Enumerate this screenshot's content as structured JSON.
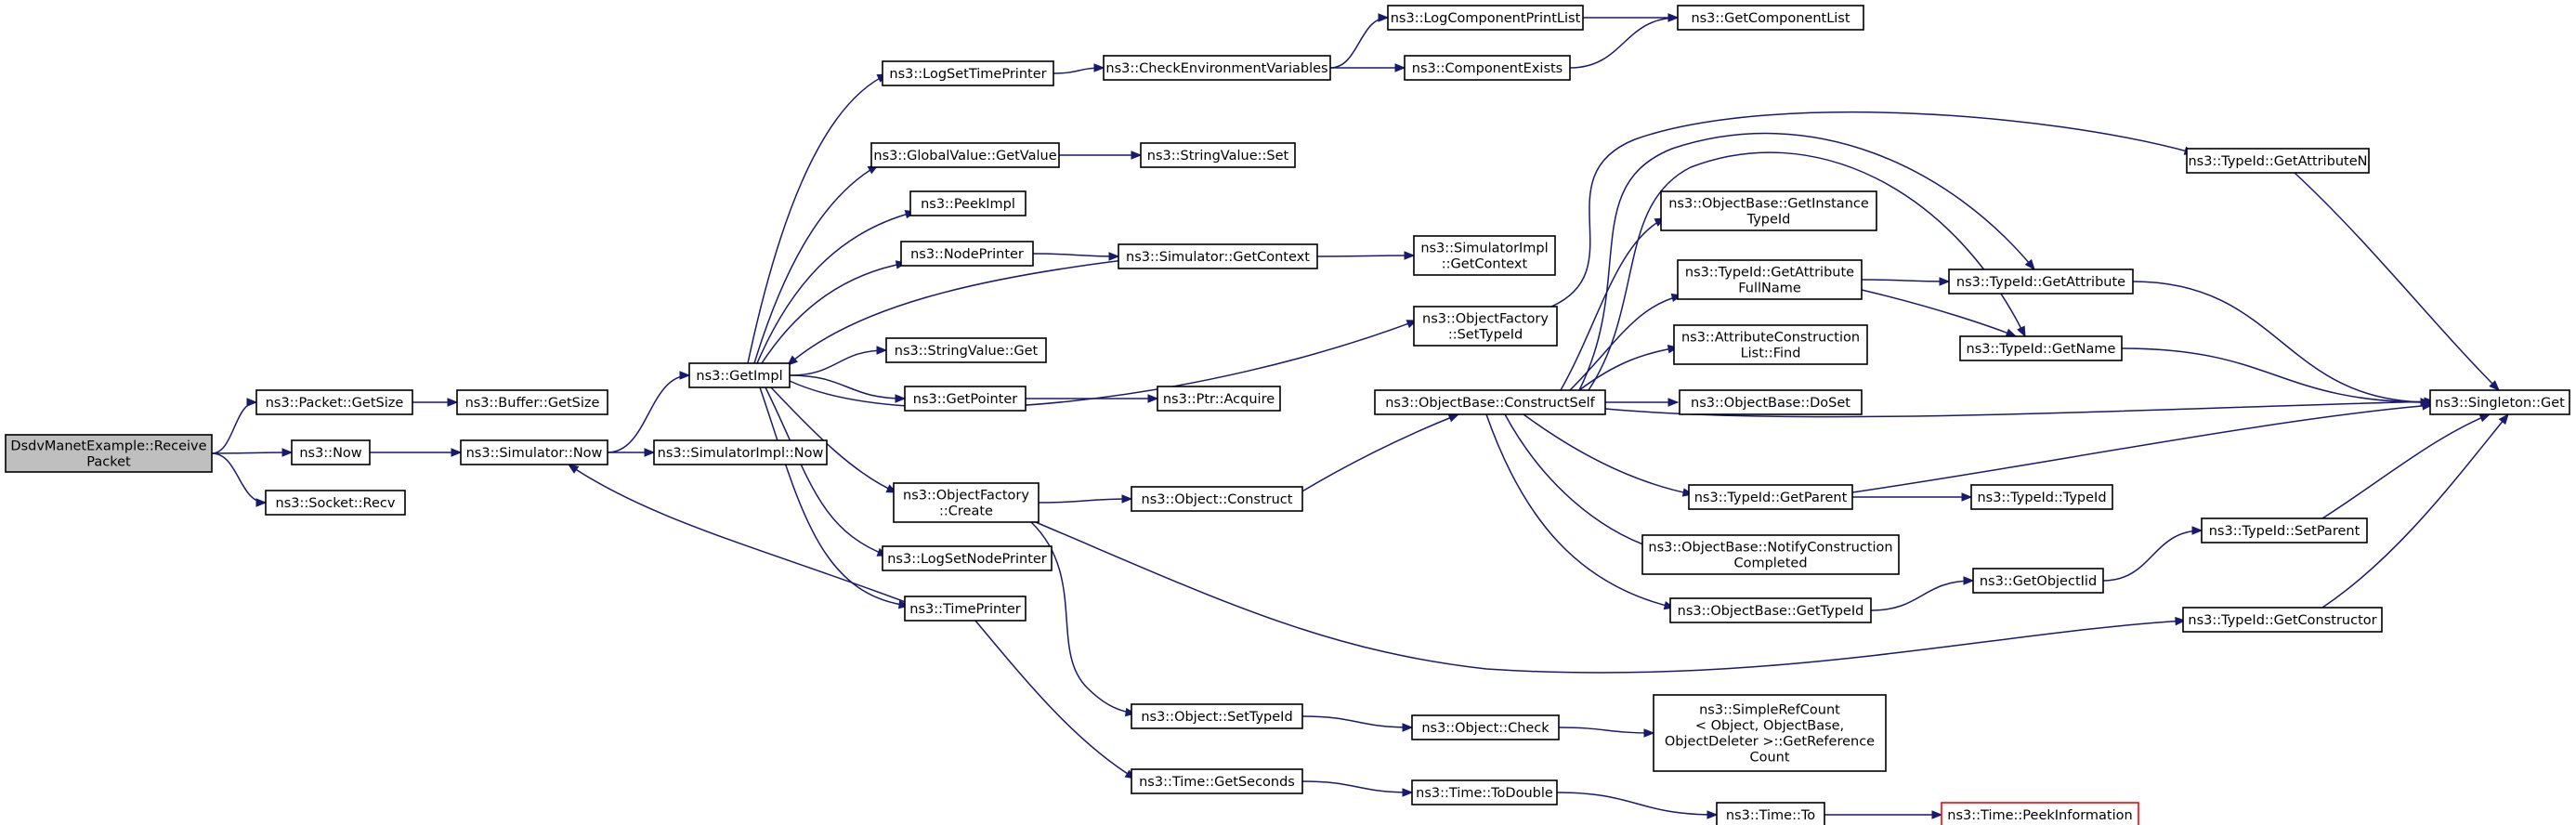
{
  "diagram": {
    "type": "call-graph",
    "nodes": {
      "receive": [
        "DsdvManetExample::Receive",
        "Packet"
      ],
      "pkt_getsize": [
        "ns3::Packet::GetSize"
      ],
      "buf_getsize": [
        "ns3::Buffer::GetSize"
      ],
      "now": [
        "ns3::Now"
      ],
      "sim_now": [
        "ns3::Simulator::Now"
      ],
      "simimpl_now": [
        "ns3::SimulatorImpl::Now"
      ],
      "sock_recv": [
        "ns3::Socket::Recv"
      ],
      "getimpl": [
        "ns3::GetImpl"
      ],
      "logsettime": [
        "ns3::LogSetTimePrinter"
      ],
      "checkenv": [
        "ns3::CheckEnvironmentVariables"
      ],
      "logcompprint": [
        "ns3::LogComponentPrintList"
      ],
      "getcomplist": [
        "ns3::GetComponentList"
      ],
      "compexists": [
        "ns3::ComponentExists"
      ],
      "gv_getvalue": [
        "ns3::GlobalValue::GetValue"
      ],
      "sv_set": [
        "ns3::StringValue::Set"
      ],
      "peekimpl": [
        "ns3::PeekImpl"
      ],
      "nodeprinter": [
        "ns3::NodePrinter"
      ],
      "sim_getctx": [
        "ns3::Simulator::GetContext"
      ],
      "simimpl_getctx": [
        "ns3::SimulatorImpl",
        "::GetContext"
      ],
      "sv_get": [
        "ns3::StringValue::Get"
      ],
      "getpointer": [
        "ns3::GetPointer"
      ],
      "ptr_acquire": [
        "ns3::Ptr::Acquire"
      ],
      "of_create": [
        "ns3::ObjectFactory",
        "::Create"
      ],
      "obj_construct": [
        "ns3::Object::Construct"
      ],
      "logsetnode": [
        "ns3::LogSetNodePrinter"
      ],
      "timeprinter": [
        "ns3::TimePrinter"
      ],
      "of_settypeid": [
        "ns3::ObjectFactory",
        "::SetTypeId"
      ],
      "ob_constructself": [
        "ns3::ObjectBase::ConstructSelf"
      ],
      "ob_getinst": [
        "ns3::ObjectBase::GetInstance",
        "TypeId"
      ],
      "tid_getattrfull": [
        "ns3::TypeId::GetAttribute",
        "FullName"
      ],
      "acl_find": [
        "ns3::AttributeConstruction",
        "List::Find"
      ],
      "ob_doset": [
        "ns3::ObjectBase::DoSet"
      ],
      "tid_getparent": [
        "ns3::TypeId::GetParent"
      ],
      "ob_notify": [
        "ns3::ObjectBase::NotifyConstruction",
        "Completed"
      ],
      "ob_gettypeid": [
        "ns3::ObjectBase::GetTypeId"
      ],
      "tid_getattrn": [
        "ns3::TypeId::GetAttributeN"
      ],
      "tid_getattr": [
        "ns3::TypeId::GetAttribute"
      ],
      "tid_getname": [
        "ns3::TypeId::GetName"
      ],
      "singleton_get": [
        "ns3::Singleton::Get"
      ],
      "tid_typeid": [
        "ns3::TypeId::TypeId"
      ],
      "getobjectiid": [
        "ns3::GetObjectIid"
      ],
      "tid_setparent": [
        "ns3::TypeId::SetParent"
      ],
      "tid_getctor": [
        "ns3::TypeId::GetConstructor"
      ],
      "obj_settypeid": [
        "ns3::Object::SetTypeId"
      ],
      "obj_check": [
        "ns3::Object::Check"
      ],
      "srefcount": [
        "ns3::SimpleRefCount",
        "< Object, ObjectBase,",
        " ObjectDeleter >::GetReference",
        "Count"
      ],
      "time_getseconds": [
        "ns3::Time::GetSeconds"
      ],
      "time_todouble": [
        "ns3::Time::ToDouble"
      ],
      "time_to": [
        "ns3::Time::To"
      ],
      "time_peekinfo": [
        "ns3::Time::PeekInformation"
      ]
    },
    "edges": [
      [
        "receive",
        "pkt_getsize"
      ],
      [
        "receive",
        "now"
      ],
      [
        "receive",
        "sock_recv"
      ],
      [
        "pkt_getsize",
        "buf_getsize"
      ],
      [
        "now",
        "sim_now"
      ],
      [
        "sim_now",
        "getimpl"
      ],
      [
        "sim_now",
        "simimpl_now"
      ],
      [
        "getimpl",
        "logsettime"
      ],
      [
        "getimpl",
        "gv_getvalue"
      ],
      [
        "getimpl",
        "peekimpl"
      ],
      [
        "getimpl",
        "nodeprinter"
      ],
      [
        "getimpl",
        "sv_get"
      ],
      [
        "getimpl",
        "getpointer"
      ],
      [
        "getimpl",
        "of_create"
      ],
      [
        "getimpl",
        "logsetnode"
      ],
      [
        "getimpl",
        "timeprinter"
      ],
      [
        "getimpl",
        "of_settypeid"
      ],
      [
        "logsettime",
        "checkenv"
      ],
      [
        "checkenv",
        "logcompprint"
      ],
      [
        "checkenv",
        "compexists"
      ],
      [
        "logcompprint",
        "getcomplist"
      ],
      [
        "compexists",
        "getcomplist"
      ],
      [
        "gv_getvalue",
        "sv_set"
      ],
      [
        "nodeprinter",
        "sim_getctx"
      ],
      [
        "sim_getctx",
        "getimpl"
      ],
      [
        "sim_getctx",
        "simimpl_getctx"
      ],
      [
        "getpointer",
        "ptr_acquire"
      ],
      [
        "of_create",
        "obj_construct"
      ],
      [
        "of_create",
        "obj_settypeid"
      ],
      [
        "of_create",
        "tid_getctor"
      ],
      [
        "timeprinter",
        "sim_now"
      ],
      [
        "timeprinter",
        "time_getseconds"
      ],
      [
        "obj_construct",
        "ob_constructself"
      ],
      [
        "of_settypeid",
        "tid_getattrn"
      ],
      [
        "ob_constructself",
        "ob_getinst"
      ],
      [
        "ob_constructself",
        "tid_getattrfull"
      ],
      [
        "ob_constructself",
        "acl_find"
      ],
      [
        "ob_constructself",
        "ob_doset"
      ],
      [
        "ob_constructself",
        "tid_getparent"
      ],
      [
        "ob_constructself",
        "ob_notify"
      ],
      [
        "ob_constructself",
        "ob_gettypeid"
      ],
      [
        "ob_constructself",
        "tid_getattr"
      ],
      [
        "ob_constructself",
        "tid_getname"
      ],
      [
        "ob_constructself",
        "singleton_get"
      ],
      [
        "tid_getattrfull",
        "tid_getattr"
      ],
      [
        "tid_getattrfull",
        "tid_getname"
      ],
      [
        "tid_getattrn",
        "singleton_get"
      ],
      [
        "tid_getattr",
        "singleton_get"
      ],
      [
        "tid_getname",
        "singleton_get"
      ],
      [
        "tid_getparent",
        "tid_typeid"
      ],
      [
        "tid_getparent",
        "singleton_get"
      ],
      [
        "ob_gettypeid",
        "getobjectiid"
      ],
      [
        "getobjectiid",
        "tid_setparent"
      ],
      [
        "tid_setparent",
        "singleton_get"
      ],
      [
        "tid_getctor",
        "singleton_get"
      ],
      [
        "obj_settypeid",
        "obj_check"
      ],
      [
        "obj_check",
        "srefcount"
      ],
      [
        "time_getseconds",
        "time_todouble"
      ],
      [
        "time_todouble",
        "time_to"
      ],
      [
        "time_to",
        "time_peekinfo"
      ]
    ],
    "colors": {
      "edge": "#191970",
      "root_fill": "#bfbfbf",
      "highlight_border": "#ff0000"
    }
  }
}
